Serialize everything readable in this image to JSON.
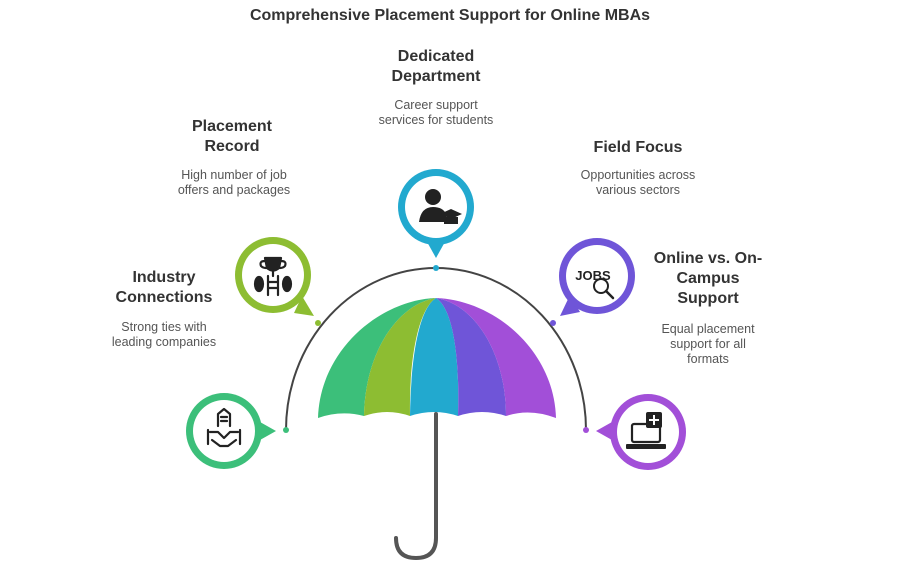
{
  "title": "Comprehensive Placement Support for Online MBAs",
  "items": [
    {
      "label": "Industry Connections",
      "desc": "Strong ties with leading companies",
      "icon": "handshake-building-icon",
      "color": "#3cbf7a"
    },
    {
      "label": "Placement Record",
      "desc": "High number of job offers and packages",
      "icon": "trophy-ladder-icon",
      "color": "#8dbd32"
    },
    {
      "label": "Dedicated Department",
      "desc": "Career support services for students",
      "icon": "graduate-student-icon",
      "color": "#22a9cf"
    },
    {
      "label": "Field Focus",
      "desc": "Opportunities across various sectors",
      "icon": "jobs-search-icon",
      "color": "#6f55d8"
    },
    {
      "label": "Online vs. On-Campus Support",
      "desc": "Equal placement support for all formats",
      "icon": "laptop-add-icon",
      "color": "#a24fd8"
    }
  ]
}
